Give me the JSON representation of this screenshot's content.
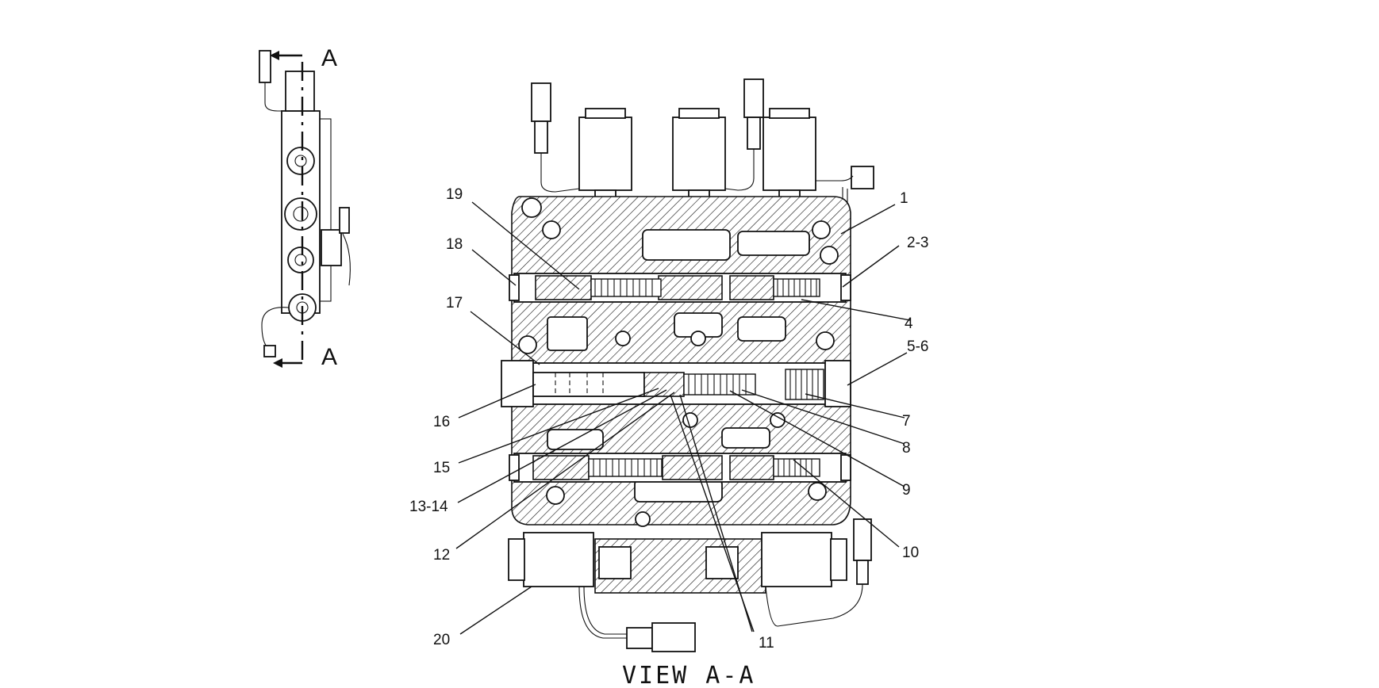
{
  "section_marks": {
    "top": "A",
    "bottom": "A"
  },
  "view_title": "VIEW A-A",
  "callouts": {
    "c1": "1",
    "c2_3": "2-3",
    "c4": "4",
    "c5_6": "5-6",
    "c7": "7",
    "c8": "8",
    "c9": "9",
    "c10": "10",
    "c11": "11",
    "c12": "12",
    "c13_14": "13-14",
    "c15": "15",
    "c16": "16",
    "c17": "17",
    "c18": "18",
    "c19": "19",
    "c20": "20"
  }
}
